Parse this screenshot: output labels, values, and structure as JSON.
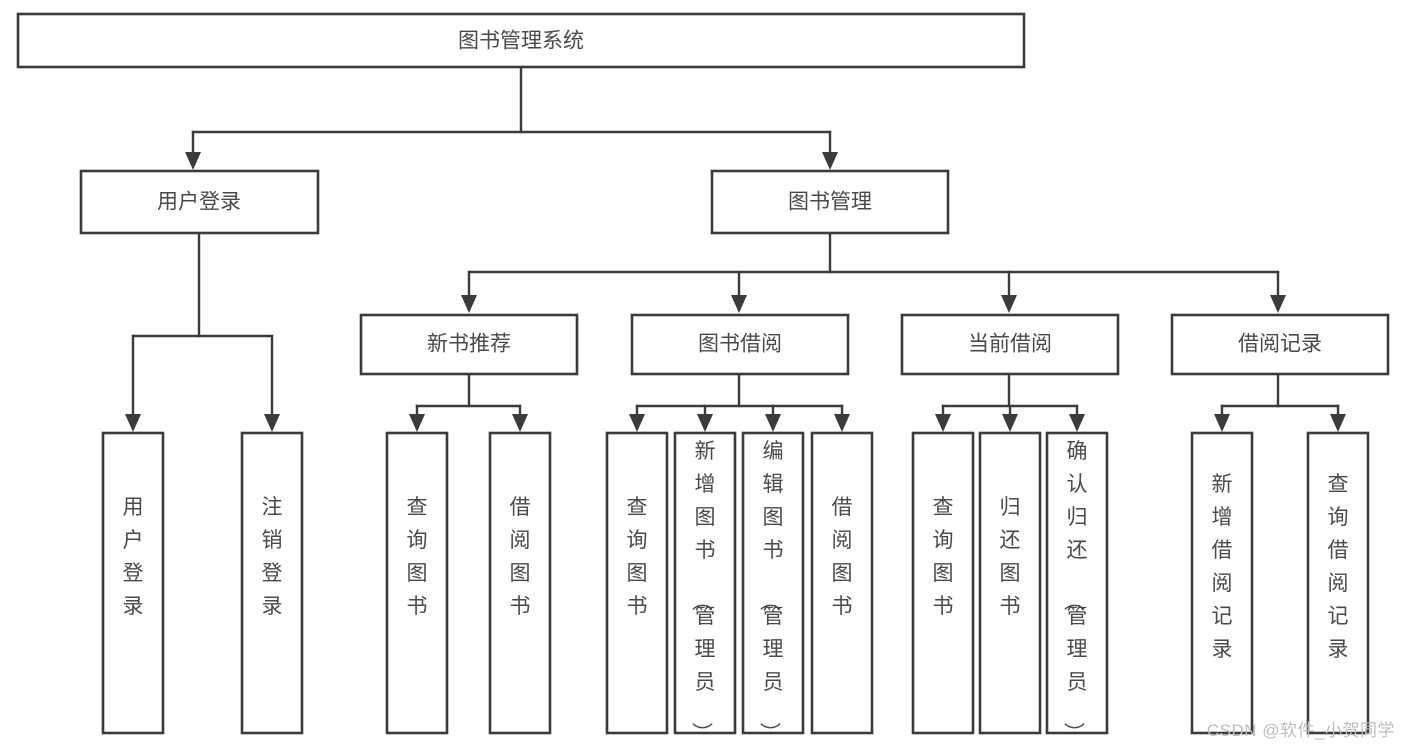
{
  "diagram": {
    "type": "tree-hierarchy",
    "title": "图书管理系统",
    "orientation": "top-down",
    "colors": {
      "box_stroke": "#3b3b3b",
      "box_fill": "#ffffff",
      "text": "#4a4a4a",
      "connector": "#3b3b3b",
      "background": "#ffffff",
      "watermark": "#bdbdbd"
    },
    "root": {
      "id": "root",
      "label": "图书管理系统"
    },
    "level2": [
      {
        "id": "user-login",
        "label": "用户登录"
      },
      {
        "id": "book-manage",
        "label": "图书管理"
      }
    ],
    "level3": [
      {
        "id": "new-book-recommend",
        "label": "新书推荐",
        "parent": "book-manage"
      },
      {
        "id": "book-borrow",
        "label": "图书借阅",
        "parent": "book-manage"
      },
      {
        "id": "current-borrow",
        "label": "当前借阅",
        "parent": "book-manage"
      },
      {
        "id": "borrow-record",
        "label": "借阅记录",
        "parent": "book-manage"
      }
    ],
    "leaves": {
      "user-login": [
        {
          "id": "leaf-user-login",
          "label": "用户登录"
        },
        {
          "id": "leaf-user-logout",
          "label": "注销登录"
        }
      ],
      "new-book-recommend": [
        {
          "id": "leaf-query-book-1",
          "label": "查询图书"
        },
        {
          "id": "leaf-borrow-book-1",
          "label": "借阅图书"
        }
      ],
      "book-borrow": [
        {
          "id": "leaf-query-book-2",
          "label": "查询图书"
        },
        {
          "id": "leaf-add-book",
          "label": "新增图书（管理员）"
        },
        {
          "id": "leaf-edit-book",
          "label": "编辑图书（管理员）"
        },
        {
          "id": "leaf-borrow-book-2",
          "label": "借阅图书"
        }
      ],
      "current-borrow": [
        {
          "id": "leaf-query-book-3",
          "label": "查询图书"
        },
        {
          "id": "leaf-return-book",
          "label": "归还图书"
        },
        {
          "id": "leaf-confirm-return",
          "label": "确认归还（管理员）"
        }
      ],
      "borrow-record": [
        {
          "id": "leaf-add-record",
          "label": "新增借阅记录"
        },
        {
          "id": "leaf-query-record",
          "label": "查询借阅记录"
        }
      ]
    }
  },
  "watermark": {
    "text": "CSDN @软件_小贺同学"
  }
}
